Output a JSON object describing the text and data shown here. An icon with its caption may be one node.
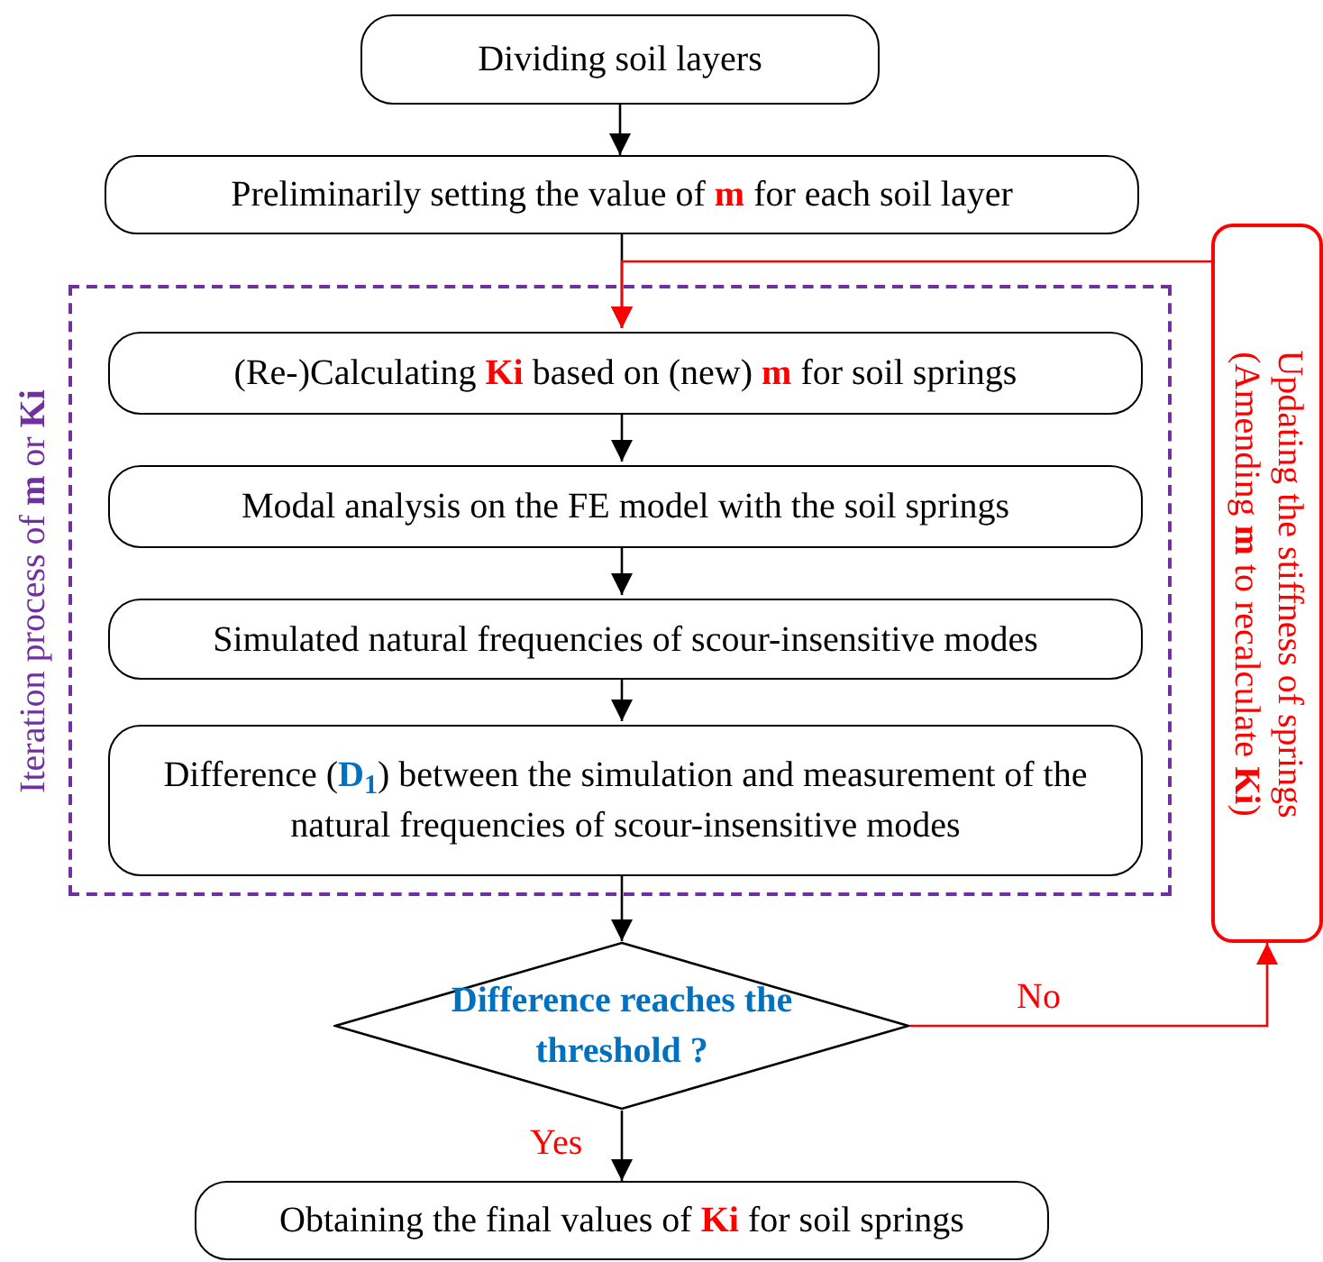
{
  "diagram": {
    "nodes": [
      {
        "text": [
          "Dividing soil layers"
        ]
      },
      {
        "text": [
          "Preliminarily setting the value of **m** for each soil layer"
        ]
      },
      {
        "text": [
          "Iteration process of **m** or **Ki**"
        ]
      },
      {
        "text": [
          "(Re-)Calculating **Ki** based on (new) **m** for soil springs"
        ],
        "in": 2
      },
      {
        "text": [
          "Modal analysis on the FE model with the soil springs"
        ],
        "in": 2
      },
      {
        "text": [
          "Simulated natural frequencies of scour-insensitive modes"
        ],
        "in": 2
      },
      {
        "text": [
          "Difference (**D**$_{1}$) between the simulation and measurement of the natural frequencies of scour-insensitive modes"
        ],
        "in": 2
      },
      {
        "text": [
          "Difference reaches the threshold ?"
        ]
      },
      {
        "text": [
          "Obtaining the final values of **Ki** for soil springs"
        ]
      },
      {
        "text": [
          "Updating the stiffness of springs (Amending **m** to recalculate **Ki**)"
        ]
      }
    ],
    "edges": [
      {
        "from": 0,
        "to": 1,
        "arrow": "to"
      },
      {
        "from": 1,
        "to": 3,
        "arrow": "to"
      },
      {
        "from": 3,
        "to": 4,
        "arrow": "to"
      },
      {
        "from": 4,
        "to": 5,
        "arrow": "to"
      },
      {
        "from": 5,
        "to": 6,
        "arrow": "to"
      },
      {
        "from": 6,
        "to": 7,
        "arrow": "to"
      },
      {
        "from": 7,
        "to": 8,
        "arrow": "to",
        "label": "Yes"
      },
      {
        "from": 7,
        "to": 9,
        "arrow": "to",
        "label": "No",
        "color": "#ff0000"
      },
      {
        "from": 9,
        "to": 3,
        "arrow": "to",
        "color": "#ff0000"
      }
    ]
  }
}
